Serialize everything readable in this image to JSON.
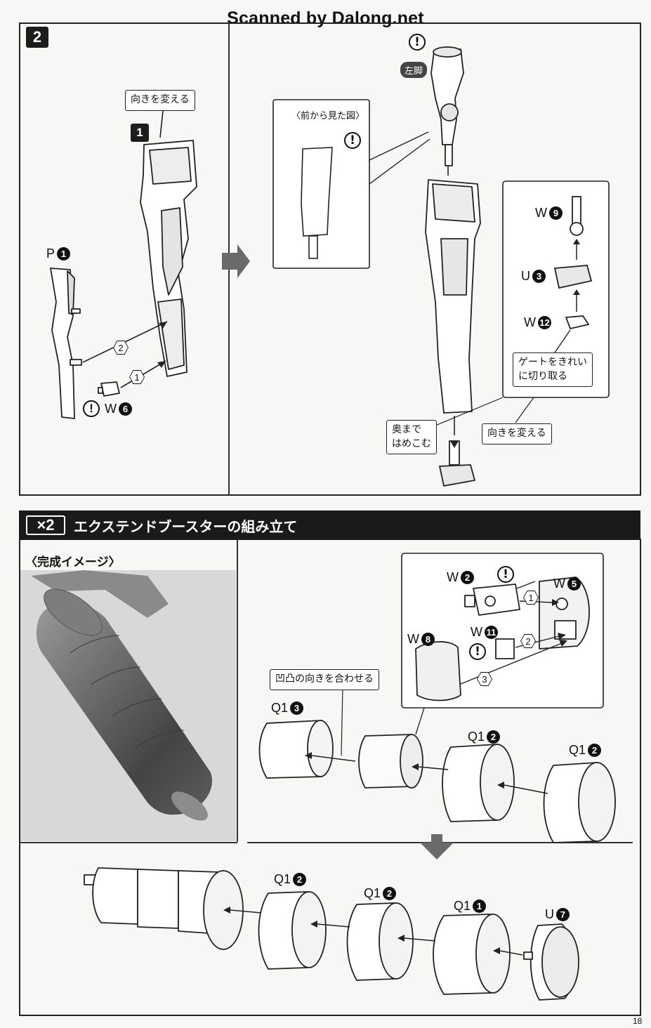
{
  "scan_credit": "Scanned by Dalong.net",
  "step": {
    "number": "2",
    "sub_step": "1",
    "callout_turn": "向きを変える",
    "part_p1": {
      "letter": "P",
      "num": "1"
    },
    "part_w6": {
      "letter": "W",
      "num": "6"
    },
    "seq": [
      "1",
      "2"
    ],
    "left_leg_label": "左脚",
    "front_view_title": "〈前から見た図〉",
    "part_w9": {
      "letter": "W",
      "num": "9"
    },
    "part_u3": {
      "letter": "U",
      "num": "3"
    },
    "part_w12": {
      "letter": "W",
      "num": "12"
    },
    "callout_gate": [
      "ゲートをきれい",
      "に切り取る"
    ],
    "callout_press": [
      "奥まで",
      "はめこむ"
    ],
    "callout_turn2": "向きを変える",
    "warn_mark": "!"
  },
  "booster": {
    "multiplier": "×2",
    "title": "エクステンドブースターの組み立て",
    "preview_title": "〈完成イメージ〉",
    "part_w2": {
      "letter": "W",
      "num": "2"
    },
    "part_w5": {
      "letter": "W",
      "num": "5"
    },
    "part_w8": {
      "letter": "W",
      "num": "8"
    },
    "part_w11": {
      "letter": "W",
      "num": "11"
    },
    "seq": [
      "1",
      "2",
      "3"
    ],
    "callout_align": "凹凸の向きを合わせる",
    "part_q13": {
      "letter": "Q1",
      "num": "3"
    },
    "part_q12a": {
      "letter": "Q1",
      "num": "2"
    },
    "part_q12b": {
      "letter": "Q1",
      "num": "2"
    },
    "part_q12c": {
      "letter": "Q1",
      "num": "2"
    },
    "part_q12d": {
      "letter": "Q1",
      "num": "2"
    },
    "part_q11": {
      "letter": "Q1",
      "num": "1"
    },
    "part_u7": {
      "letter": "U",
      "num": "7"
    }
  },
  "page_number": "18",
  "colors": {
    "ink": "#111111",
    "paper": "#f7f7f5",
    "header": "#1a1a1a",
    "arrow_grey": "#666666"
  }
}
